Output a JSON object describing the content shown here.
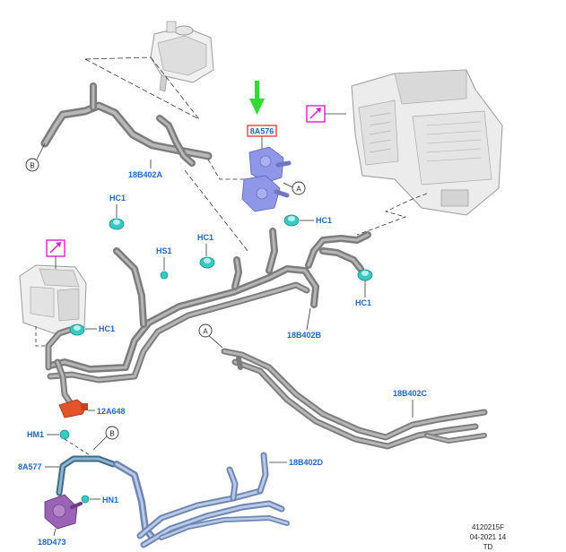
{
  "colors": {
    "label_blue": "#1f66c8",
    "pipe_gray": "#8c8c8c",
    "pipe_blue": "#a3b8dc",
    "valve_purple": "#8f97e8",
    "pump_purple": "#9b63b5",
    "clamp_teal": "#39c9c3",
    "sensor_orange": "#e5532a",
    "highlight_box": "#e8342c",
    "callout_magenta": "#e01ec9",
    "arrow_green": "#2fdc2f"
  },
  "labels": {
    "hose_18b402a": "18B402A",
    "hose_18b402b": "18B402B",
    "hose_18b402c": "18B402C",
    "hose_18b402d": "18B402D",
    "valve_8a576": "8A576",
    "pump_8a577": "8A577",
    "pump_18d473": "18D473",
    "sensor_12a648": "12A648",
    "clamp_hc1": "HC1",
    "clamp_hs1": "HS1",
    "clamp_hm1": "HM1",
    "clamp_hn1": "HN1",
    "ref_a": "A",
    "ref_b": "B"
  },
  "footer": {
    "line1": "4120215F",
    "line2": "04-2021 14",
    "line3": "TD"
  },
  "icons": [
    "callout-arrow-icon",
    "green-down-arrow-icon"
  ]
}
